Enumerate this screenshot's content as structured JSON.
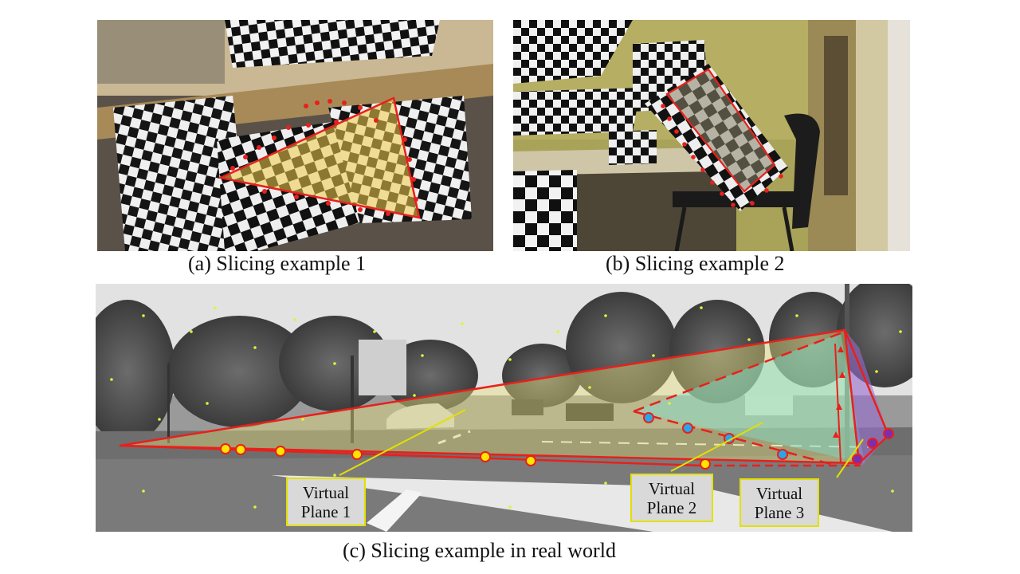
{
  "captions": {
    "a": "(a) Slicing example 1",
    "b": "(b) Slicing example 2",
    "c": "(c) Slicing example in real world"
  },
  "virtual_planes": [
    {
      "line1": "Virtual",
      "line2": "Plane 1"
    },
    {
      "line1": "Virtual",
      "line2": "Plane 2"
    },
    {
      "line1": "Virtual",
      "line2": "Plane 3"
    }
  ],
  "colors": {
    "slice_outline": "#e8201c",
    "plane_1_fill": "#e8e27a",
    "plane_2_fill": "#7fe0d0",
    "plane_3_fill": "#9a6ed0",
    "marker_yellow": "#ffe600",
    "marker_blue": "#2aa6e8",
    "marker_purple": "#7a2fb0",
    "label_border": "#e3e000",
    "label_fill": "#d9d9d9",
    "feature_points": "#e6f03a"
  }
}
